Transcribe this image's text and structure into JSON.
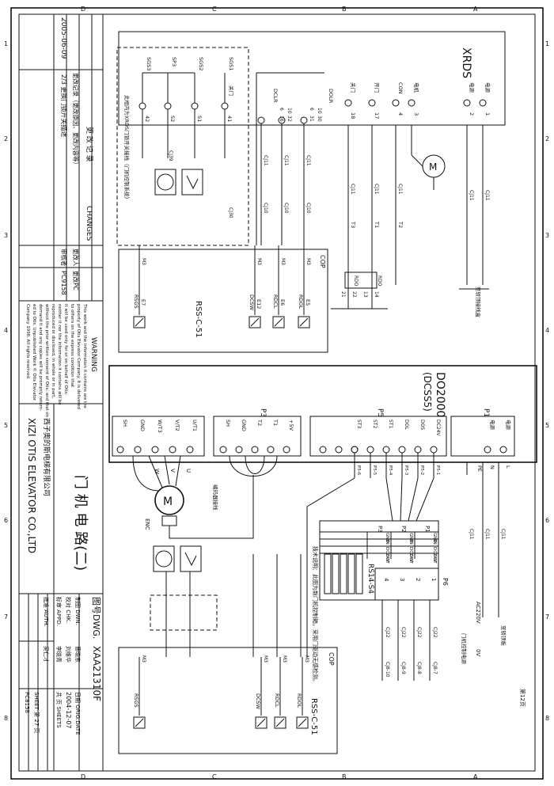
{
  "zones": [
    "1",
    "2",
    "3",
    "4",
    "5",
    "6",
    "7",
    "8"
  ],
  "rows": [
    "A",
    "B",
    "C",
    "D"
  ],
  "title_block": {
    "drawing_title": "门 机 电 路(二)",
    "company_cn": "西子奥的斯电梯有限公司",
    "company_en": "XIZI OTIS ELEVATOR CO.,LTD",
    "dwg_label": "图号DWG.",
    "dwg_no": "XAA21310F",
    "orig_date_label": "日期 ORIG.DATE",
    "orig_date": "2004-12-07",
    "sheets_label": "共 页 SHEETS",
    "sheet_label": "SHEET 第 27 页",
    "dwn_label": "制图 DWN.",
    "dwn_name": "曹晓东",
    "chk_label": "校对 CHK.",
    "chk_name": "刘维华",
    "appd_label": "标审 APPD.",
    "appd_name": "李晓青",
    "auth_label": "批准 AUTH.",
    "auth_name": "吴仁才",
    "auth_no": "PC8158"
  },
  "revision": {
    "date": "2005-06-09",
    "mark": "2",
    "text": "2/3 更换门锁开关描述",
    "header": "更 改 记 录",
    "header_en": "CHANGES",
    "col_cn": "更改记录（更改原因、更改内容等）",
    "col_person": "更改人",
    "col_ver": "审核者",
    "pc": "PC9158",
    "pc_label": "更改PC"
  },
  "warning": {
    "title": "WARNING",
    "lines": [
      "This work and the information it contains are the",
      "property of Otis Elevator Company. It is delivered",
      "to others on the express condition that",
      "it will be used only for or on behalf of Otis;",
      "neither it nor the information it contains will be",
      "reproduced or disclosed, in whole or in part,",
      "without the prior written consent of Otis; and that on",
      "demand it and any copies will be promptly return-",
      "ed to Otis. Unpublished Work © Otis Elevator",
      "Company 1998. All rights reserved."
    ]
  },
  "top": {
    "xrds": "XRDS",
    "terminals": [
      "电源",
      "电源",
      "电机",
      "CON",
      "开门",
      "关门"
    ],
    "terminal_nums": [
      "1",
      "2",
      "3",
      "4",
      "17",
      "18"
    ],
    "dclr": "DCLR",
    "dolr": "DOLR",
    "dclr_nums": [
      "6",
      "10",
      "16",
      "32"
    ],
    "dolr_nums": [
      "6",
      "10",
      "31",
      "30"
    ],
    "cj11": "CJ11",
    "cj10": "CJ10",
    "cj30": "CJ30",
    "cj39": "CJ39",
    "sgs": [
      "SGS3",
      "SP3",
      "SGS2",
      "SGS1"
    ],
    "s_nums": [
      "42",
      "S2",
      "S1",
      "41"
    ],
    "guan_men": "关门",
    "door_lock_note": "此框内为XRDS门锁开关接线（门机控制系统）",
    "rdo": [
      "RDO",
      "RDO"
    ],
    "rdo_nums": [
      "21",
      "22",
      "13",
      "14"
    ],
    "t_labels": [
      "T1",
      "T2",
      "T3"
    ],
    "to_car_note": "至轿顶接线盒",
    "cop": "COP",
    "rss": "RSS-C-51",
    "io": [
      "E7",
      "E12",
      "E6",
      "E5"
    ],
    "io_sig": [
      "RSGS",
      "DCSW",
      "RDCL",
      "RDOL"
    ],
    "m3": [
      "M3",
      "M3",
      "M3",
      "M3"
    ]
  },
  "bottom": {
    "do2000": "DO2000",
    "dcss5": "(DCSS5)",
    "p1": "P1",
    "p3": "P3",
    "p5": "P5",
    "p5_pins": [
      "DC24V",
      "DOS",
      "DOL",
      "ST1",
      "ST2",
      "ST3"
    ],
    "p5_wires": [
      "P5-1",
      "P5-2",
      "P5-3",
      "P5-4",
      "P5-5",
      "P5-6"
    ],
    "p1_pins": [
      "电源",
      "电源"
    ],
    "p1_letters": [
      "L",
      "N",
      "PE"
    ],
    "p3_pins": [
      "+5V",
      "T1",
      "T2",
      "GND",
      "SH"
    ],
    "motor_pins": [
      "U/T1",
      "V/T2",
      "W/T3",
      "GND",
      "SH"
    ],
    "motor_uvw": [
      "U",
      "V",
      "W"
    ],
    "enc": "ENC",
    "enc_note": "编码器接线",
    "rs14": "RS14-S4",
    "p6": "P6",
    "rs_p1": "P1",
    "rs_p2": "P2",
    "rs_p3": "P3",
    "rs_rows": [
      "GND",
      "IN",
      "DC24V",
      "OUT"
    ],
    "rs_nums": [
      "1",
      "2",
      "3",
      "4"
    ],
    "ac220": "AC220V",
    "ov": "0V",
    "zone_note": "门机控制电源",
    "bus_note": "至轿顶板",
    "cj8": [
      "CJ8-7",
      "CJ8-8",
      "CJ8-9",
      "CJ8-10"
    ],
    "cj22": [
      "CJ22",
      "CJ22",
      "CJ22",
      "CJ22"
    ],
    "note": "技术说明：此图为新门机控制箱，采用门驱动无感检测。",
    "note2": "第12页"
  }
}
